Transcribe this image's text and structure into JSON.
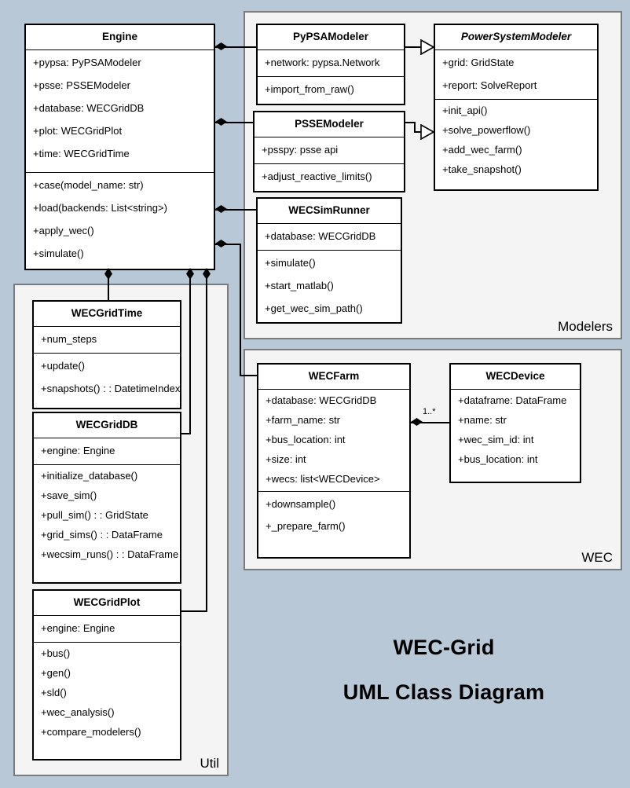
{
  "diagram": {
    "title_line1": "WEC-Grid",
    "title_line2": "UML Class Diagram",
    "background_color": "#b9c8d6",
    "package_fill": "#f4f4f4",
    "class_fill": "#ffffff",
    "line_color": "#000000"
  },
  "packages": [
    {
      "name": "Modelers",
      "label": "Modelers"
    },
    {
      "name": "WEC",
      "label": "WEC"
    },
    {
      "name": "Util",
      "label": "Util"
    }
  ],
  "classes": {
    "engine": {
      "name": "Engine",
      "abstract": false,
      "attributes": [
        "+pypsa: PyPSAModeler",
        "+psse: PSSEModeler",
        "+database: WECGridDB",
        "+plot: WECGridPlot",
        "+time: WECGridTime"
      ],
      "methods": [
        "+case(model_name: str)",
        "+load(backends: List<string>)",
        "+apply_wec()",
        "+simulate()"
      ]
    },
    "pypsa_modeler": {
      "name": "PyPSAModeler",
      "abstract": false,
      "attributes": [
        "+network: pypsa.Network"
      ],
      "methods": [
        "+import_from_raw()"
      ]
    },
    "psse_modeler": {
      "name": "PSSEModeler",
      "abstract": false,
      "attributes": [
        "+psspy: psse api"
      ],
      "methods": [
        "+adjust_reactive_limits()"
      ]
    },
    "wecsim_runner": {
      "name": "WECSimRunner",
      "abstract": false,
      "attributes": [
        "+database: WECGridDB"
      ],
      "methods": [
        "+simulate()",
        "+start_matlab()",
        "+get_wec_sim_path()"
      ]
    },
    "power_system_modeler": {
      "name": "PowerSystemModeler",
      "abstract": true,
      "attributes": [
        "+grid: GridState",
        "+report: SolveReport"
      ],
      "methods": [
        "+init_api()",
        "+solve_powerflow()",
        "+add_wec_farm()",
        "+take_snapshot()"
      ]
    },
    "wec_farm": {
      "name": "WECFarm",
      "abstract": false,
      "attributes": [
        "+database: WECGridDB",
        "+farm_name: str",
        "+bus_location: int",
        "+size: int",
        "+wecs: list<WECDevice>"
      ],
      "methods": [
        "+downsample()",
        "+_prepare_farm()"
      ]
    },
    "wec_device": {
      "name": "WECDevice",
      "abstract": false,
      "attributes": [
        "+dataframe: DataFrame",
        "+name: str",
        "+wec_sim_id: int",
        "+bus_location: int"
      ],
      "methods": []
    },
    "wec_grid_time": {
      "name": "WECGridTime",
      "abstract": false,
      "attributes": [
        "+num_steps"
      ],
      "methods": [
        "+update()",
        "+snapshots() : : DatetimeIndex"
      ]
    },
    "wec_grid_db": {
      "name": "WECGridDB",
      "abstract": false,
      "attributes": [
        "+engine: Engine"
      ],
      "methods": [
        "+initialize_database()",
        "+save_sim()",
        "+pull_sim() : : GridState",
        "+grid_sims() : : DataFrame",
        "+wecsim_runs() : : DataFrame"
      ]
    },
    "wec_grid_plot": {
      "name": "WECGridPlot",
      "abstract": false,
      "attributes": [
        "+engine: Engine"
      ],
      "methods": [
        "+bus()",
        "+gen()",
        "+sld()",
        "+wec_analysis()",
        "+compare_modelers()"
      ]
    }
  },
  "relationships": {
    "engine_pypsa": {
      "type": "composition",
      "multiplicity": ""
    },
    "engine_psse": {
      "type": "composition",
      "multiplicity": ""
    },
    "engine_wecsim": {
      "type": "composition",
      "multiplicity": ""
    },
    "engine_wecfarm": {
      "type": "composition",
      "multiplicity": ""
    },
    "engine_time": {
      "type": "composition",
      "multiplicity": ""
    },
    "engine_db": {
      "type": "composition",
      "multiplicity": ""
    },
    "engine_plot": {
      "type": "composition",
      "multiplicity": ""
    },
    "pypsa_inherits": {
      "type": "generalization",
      "multiplicity": ""
    },
    "psse_inherits": {
      "type": "generalization",
      "multiplicity": ""
    },
    "farm_device": {
      "type": "composition",
      "multiplicity": "1..*"
    }
  }
}
